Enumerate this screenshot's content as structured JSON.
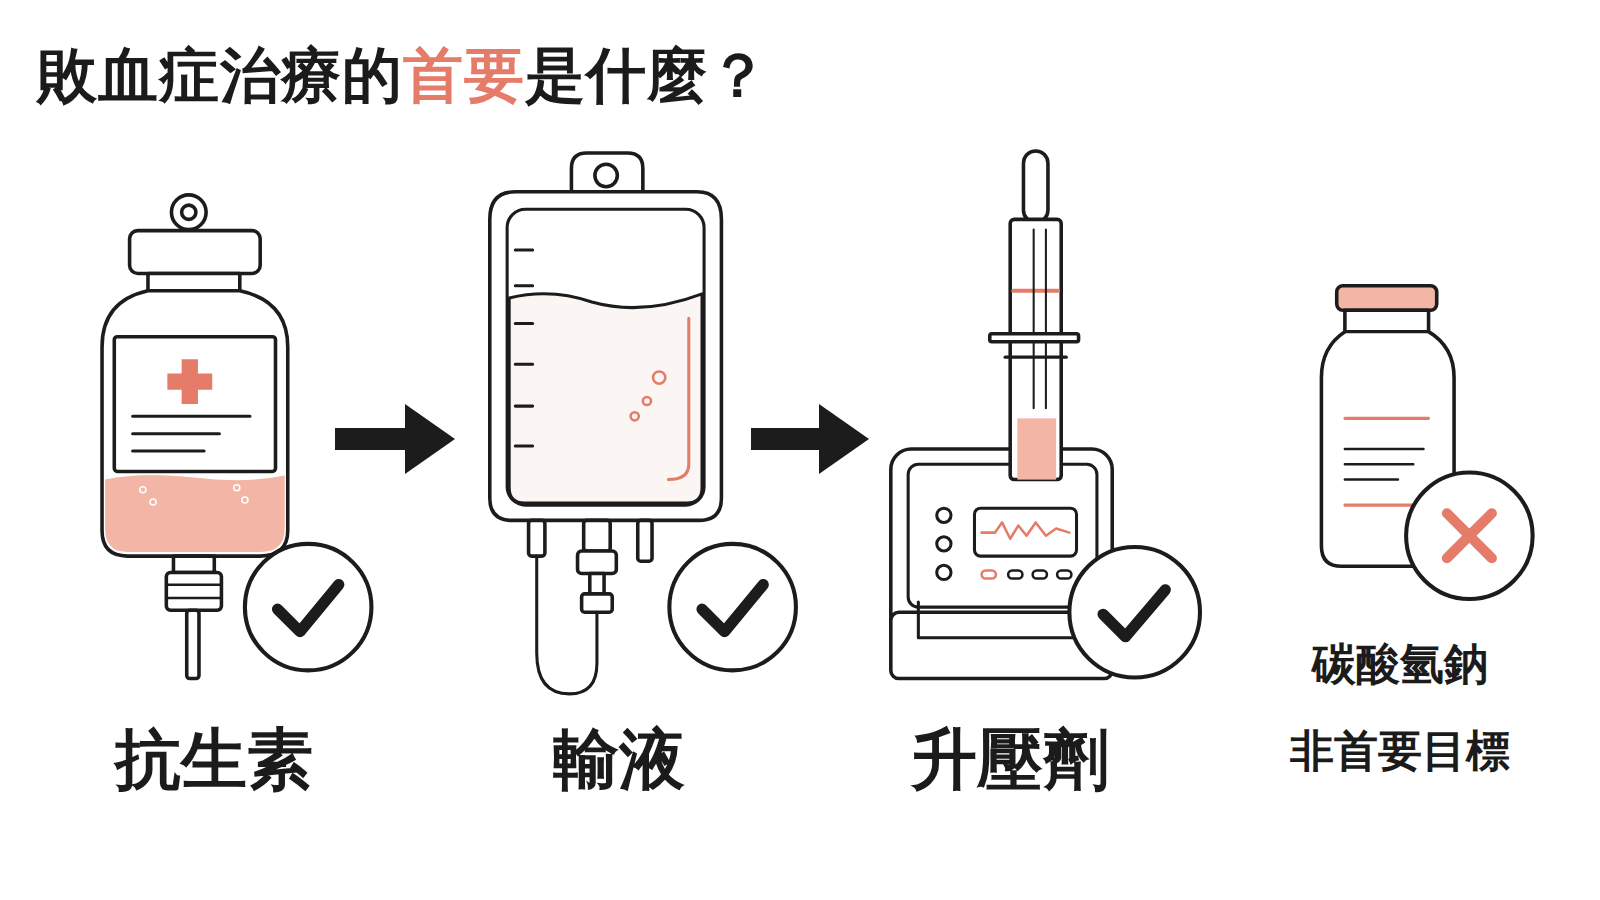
{
  "diagram": {
    "title": "敗血症治療的首要是什麼？",
    "nodes": [
      {
        "text": [
          "抗生素"
        ]
      },
      {
        "text": [
          "輸液"
        ]
      },
      {
        "text": [
          "升壓劑"
        ]
      },
      {
        "text": [
          "碳酸氫鈉 非首要目標"
        ]
      }
    ],
    "edges": [
      {
        "from": 0,
        "to": 1,
        "arrow": "to"
      },
      {
        "from": 1,
        "to": 2,
        "arrow": "to"
      }
    ]
  }
}
